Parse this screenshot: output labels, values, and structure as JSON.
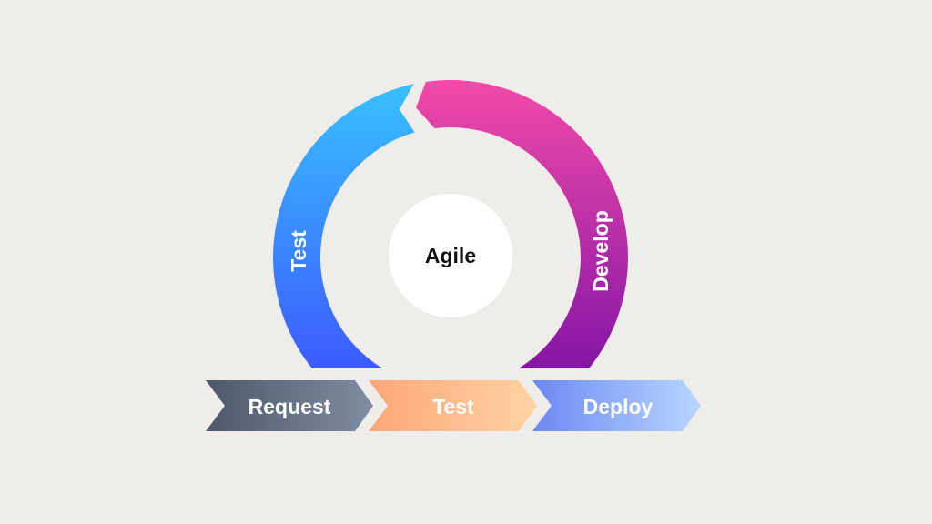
{
  "center": {
    "label": "Agile"
  },
  "cycle": [
    {
      "label": "Test",
      "color_top": "#38c0ff",
      "color_bottom": "#3c5bff"
    },
    {
      "label": "Develop",
      "color_top": "#f24aa8",
      "color_bottom": "#8416a6"
    }
  ],
  "pipeline": [
    {
      "label": "Request",
      "color_start": "#4e586a",
      "color_end": "#7f8da3"
    },
    {
      "label": "Test",
      "color_start": "#ffa678",
      "color_end": "#ffd3a4"
    },
    {
      "label": "Deploy",
      "color_start": "#6c88f4",
      "color_end": "#b8d6ff"
    }
  ]
}
